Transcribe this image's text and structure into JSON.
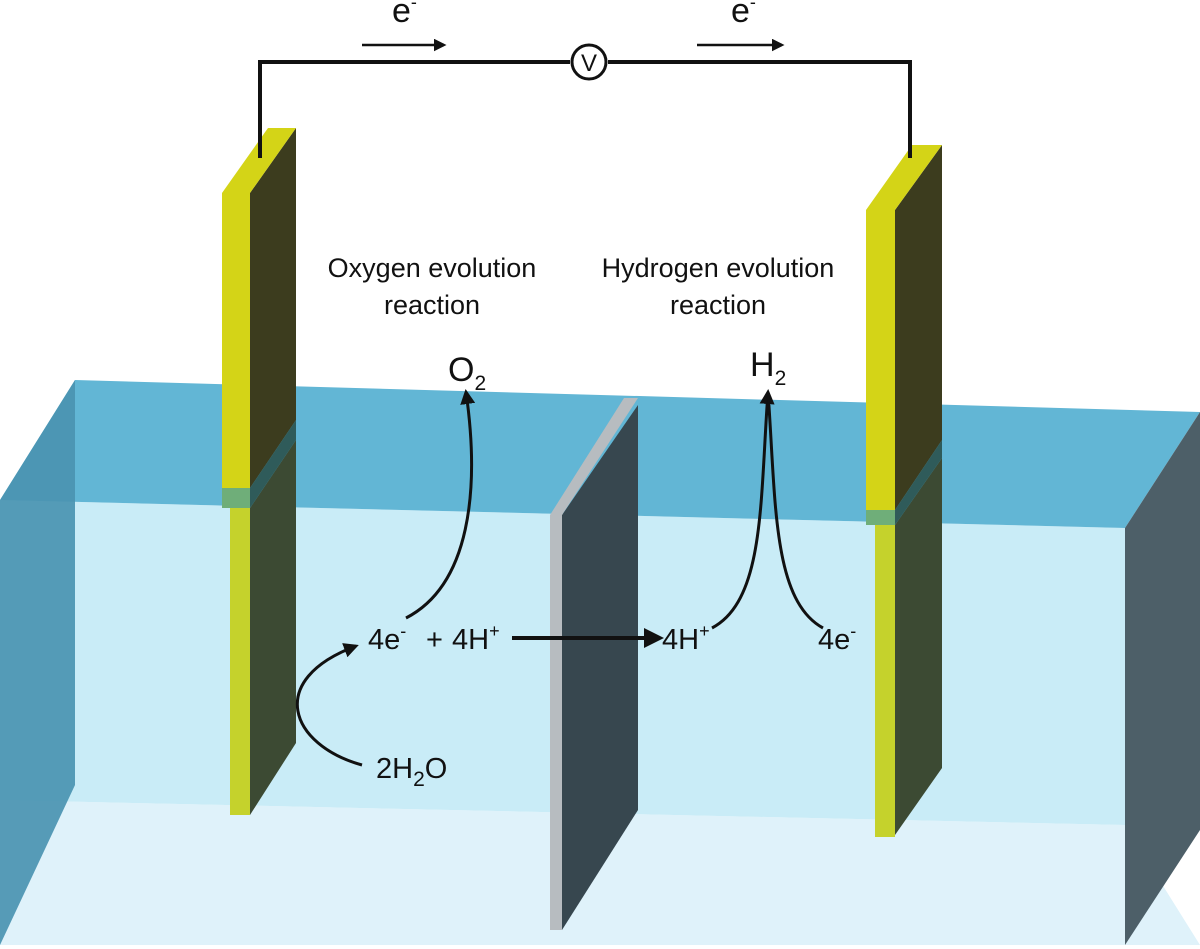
{
  "colors": {
    "water_front": "#c9ecf7",
    "water_top": "#62b6d5",
    "water_bottom": "#dff2fa",
    "tank_left_side": "#4a94b1",
    "tank_right_side": "#4d5f68",
    "electrode_edge": "#d4d417",
    "electrode_face": "#3c3c1e",
    "membrane_edge": "#b7bcc0",
    "membrane_face": "#37474f",
    "wire": "#111111"
  },
  "circuit": {
    "left_electron": {
      "base": "e",
      "sup": "-"
    },
    "right_electron": {
      "base": "e",
      "sup": "-"
    },
    "voltmeter": "V"
  },
  "labels": {
    "oer_line1": "Oxygen evolution",
    "oer_line2": "reaction",
    "her_line1": "Hydrogen evolution",
    "her_line2": "reaction"
  },
  "species": {
    "oxygen": {
      "base": "O",
      "sub": "2"
    },
    "hydrogen": {
      "base": "H",
      "sub": "2"
    },
    "water": {
      "coef": "2H",
      "sub": "2",
      "rest": "O"
    },
    "anode_electrons": {
      "base": "4e",
      "sup": "-"
    },
    "plus": "+",
    "anode_protons": {
      "base": "4H",
      "sup": "+"
    },
    "cathode_protons": {
      "base": "4H",
      "sup": "+"
    },
    "cathode_electrons": {
      "base": "4e",
      "sup": "-"
    }
  }
}
